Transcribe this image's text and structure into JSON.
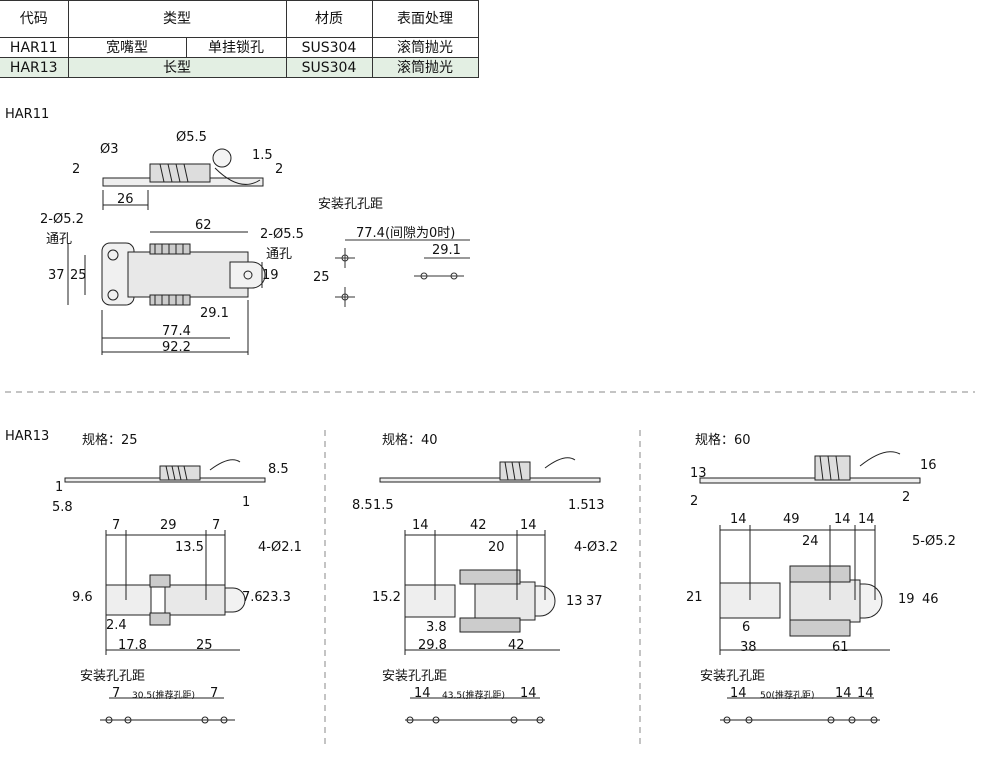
{
  "table": {
    "headers": [
      "代码",
      "类型",
      "材质",
      "表面处理"
    ],
    "rows": [
      {
        "code": "HAR11",
        "type_a": "宽嘴型",
        "type_b": "单挂锁孔",
        "material": "SUS304",
        "finish": "滚筒抛光"
      },
      {
        "code": "HAR13",
        "type": "长型",
        "material": "SUS304",
        "finish": "滚筒抛光"
      }
    ]
  },
  "har11": {
    "title": "HAR11",
    "side_dims": [
      "Ø3",
      "Ø5.5",
      "1.5",
      "2",
      "2",
      "26"
    ],
    "top_dims": [
      "62",
      "2-Ø5.2",
      "通孔",
      "2-Ø5.5",
      "通孔",
      "37",
      "25",
      "19",
      "29.1",
      "77.4",
      "92.2"
    ],
    "mount": {
      "title": "安装孔孔距",
      "dims": [
        "77.4(间隙为0时)",
        "29.1",
        "25"
      ]
    }
  },
  "har13": {
    "title": "HAR13",
    "sizes": [
      {
        "spec": "规格：25",
        "side_dims": [
          "8.5",
          "1",
          "5.8",
          "1"
        ],
        "top_dims": [
          "7",
          "29",
          "7",
          "13.5",
          "4-Ø2.1",
          "9.6",
          "7.6",
          "23.3",
          "2.4",
          "17.8",
          "25"
        ],
        "mount_title": "安装孔孔距",
        "mount_dims": [
          "7",
          "30.5(推荐孔距)",
          "7"
        ]
      },
      {
        "spec": "规格：40",
        "side_dims": [
          "8.5",
          "1.5",
          "1.5",
          "13"
        ],
        "top_dims": [
          "14",
          "42",
          "14",
          "20",
          "4-Ø3.2",
          "15.2",
          "13",
          "37",
          "3.8",
          "29.8",
          "42"
        ],
        "mount_title": "安装孔孔距",
        "mount_dims": [
          "14",
          "43.5(推荐孔距)",
          "14"
        ]
      },
      {
        "spec": "规格：60",
        "side_dims": [
          "13",
          "16",
          "2",
          "2"
        ],
        "top_dims": [
          "14",
          "49",
          "14",
          "14",
          "24",
          "5-Ø5.2",
          "21",
          "19",
          "46",
          "6",
          "38",
          "61"
        ],
        "mount_title": "安装孔孔距",
        "mount_dims": [
          "14",
          "50(推荐孔距)",
          "14",
          "14"
        ]
      }
    ]
  }
}
